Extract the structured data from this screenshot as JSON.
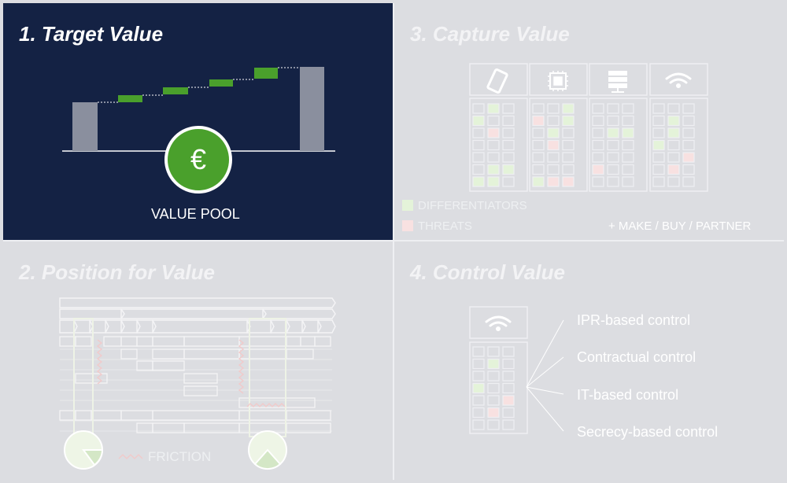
{
  "panels": {
    "target": {
      "title": "1. Target Value",
      "value_pool_label": "VALUE POOL",
      "currency_symbol": "€"
    },
    "position": {
      "title": "2. Position for Value",
      "friction_label": "FRICTION"
    },
    "capture": {
      "title": "3. Capture Value",
      "legend": {
        "differentiators": "DIFFERENTIATORS",
        "threats": "THREATS"
      },
      "make_buy_partner": "+ MAKE / BUY / PARTNER",
      "column_icons": [
        "smartphone-icon",
        "chip-icon",
        "server-icon",
        "wifi-icon"
      ]
    },
    "control": {
      "title": "4. Control Value",
      "icon": "wifi-icon",
      "controls": [
        "IPR-based control",
        "Contractual control",
        "IT-based control",
        "Secrecy-based control"
      ]
    }
  },
  "colors": {
    "navy": "#142244",
    "green": "#4aa02c",
    "gray_bar": "#8a8f9e",
    "differentiator": "#e4f3d9",
    "threat": "#f8e1e1",
    "panel_gray": "#dcdde1"
  }
}
